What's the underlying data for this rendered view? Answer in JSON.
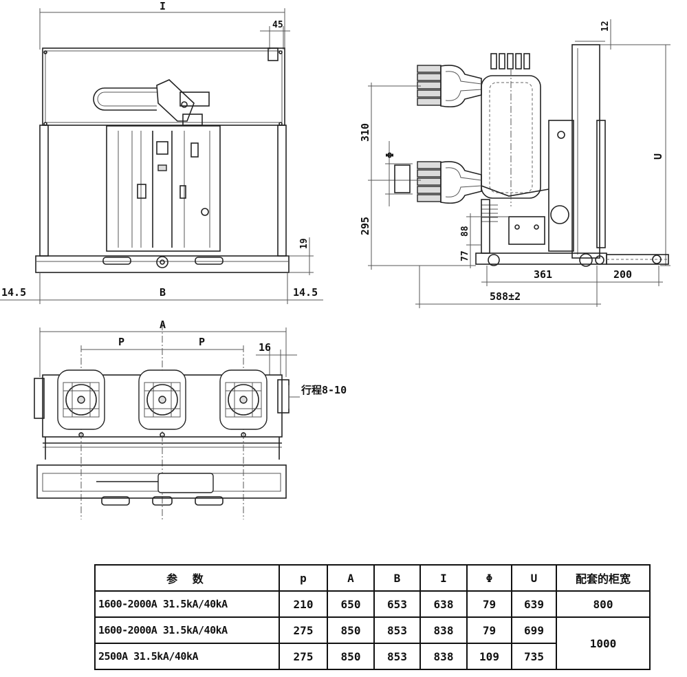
{
  "front_view": {
    "dim_top": "I",
    "dim_top_right": "45",
    "dim_right_small": "19",
    "dim_left_offset": "14.5",
    "dim_bottom": "B",
    "dim_right_offset": "14.5"
  },
  "side_view": {
    "dim_top": "12",
    "dim_height": "U",
    "dim_upper": "310",
    "dim_phi": "Φ",
    "dim_lower": "295",
    "dim_88": "88",
    "dim_77": "77",
    "dim_361": "361",
    "dim_200": "200",
    "dim_588": "588±2"
  },
  "bottom_view": {
    "dim_width": "A",
    "dim_pitch_1": "P",
    "dim_pitch_2": "P",
    "dim_16": "16",
    "stroke_note": "行程8-10"
  },
  "table": {
    "headers": {
      "param": "参 数",
      "p": "p",
      "a": "A",
      "b": "B",
      "i": "I",
      "phi": "Φ",
      "u": "U",
      "cabinet_width": "配套的柜宽"
    },
    "rows": [
      {
        "param": "1600-2000A 31.5kA/40kA",
        "p": "210",
        "a": "650",
        "b": "653",
        "i": "638",
        "phi": "79",
        "u": "639",
        "cabinet_width": "800"
      },
      {
        "param": "1600-2000A 31.5kA/40kA",
        "p": "275",
        "a": "850",
        "b": "853",
        "i": "838",
        "phi": "79",
        "u": "699",
        "cabinet_width": "1000"
      },
      {
        "param": "2500A 31.5kA/40kA",
        "p": "275",
        "a": "850",
        "b": "853",
        "i": "838",
        "phi": "109",
        "u": "735"
      }
    ]
  }
}
